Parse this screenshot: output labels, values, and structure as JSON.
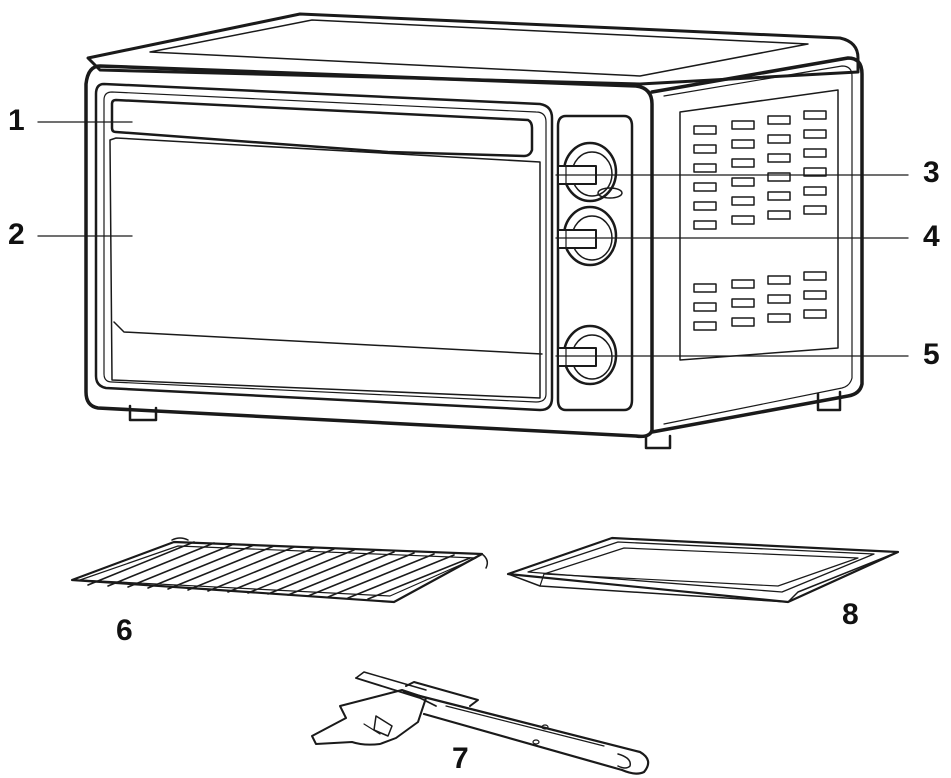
{
  "callouts": {
    "c1": "1",
    "c2": "2",
    "c3": "3",
    "c4": "4",
    "c5": "5",
    "c6": "6",
    "c7": "7",
    "c8": "8"
  },
  "parts": {
    "oven": "toaster-oven",
    "accessories": [
      "wire-rack",
      "baking-tray",
      "rack-handle"
    ]
  },
  "colors": {
    "line": "#1a1a1a",
    "background": "#ffffff"
  }
}
